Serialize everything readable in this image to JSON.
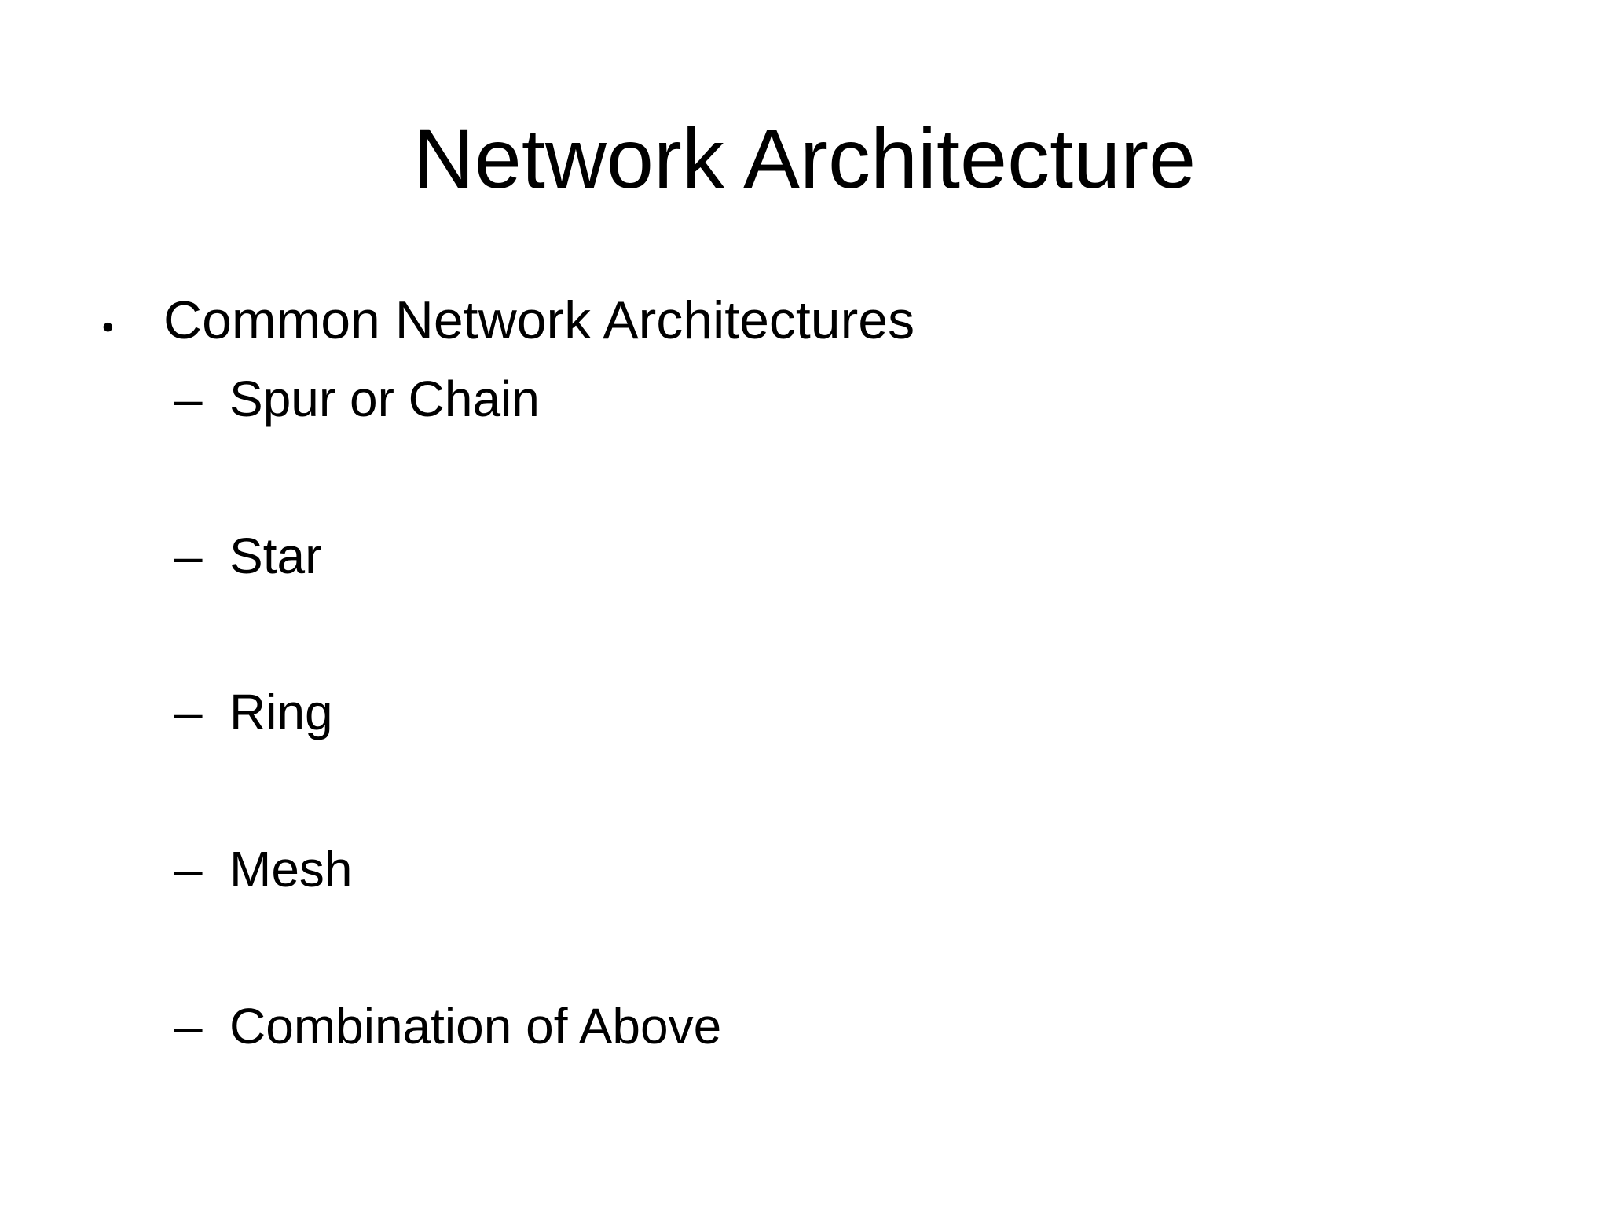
{
  "slide": {
    "title": "Network Architecture",
    "bullet_char": "•",
    "dash_char": "–",
    "colors": {
      "background": "#ffffff",
      "text": "#000000"
    },
    "items": [
      {
        "level": 1,
        "text": "Common Network Architectures"
      },
      {
        "level": 2,
        "text": "Spur or Chain"
      },
      {
        "level": 2,
        "text": "Star"
      },
      {
        "level": 2,
        "text": "Ring"
      },
      {
        "level": 2,
        "text": "Mesh"
      },
      {
        "level": 2,
        "text": "Combination of Above"
      }
    ]
  }
}
